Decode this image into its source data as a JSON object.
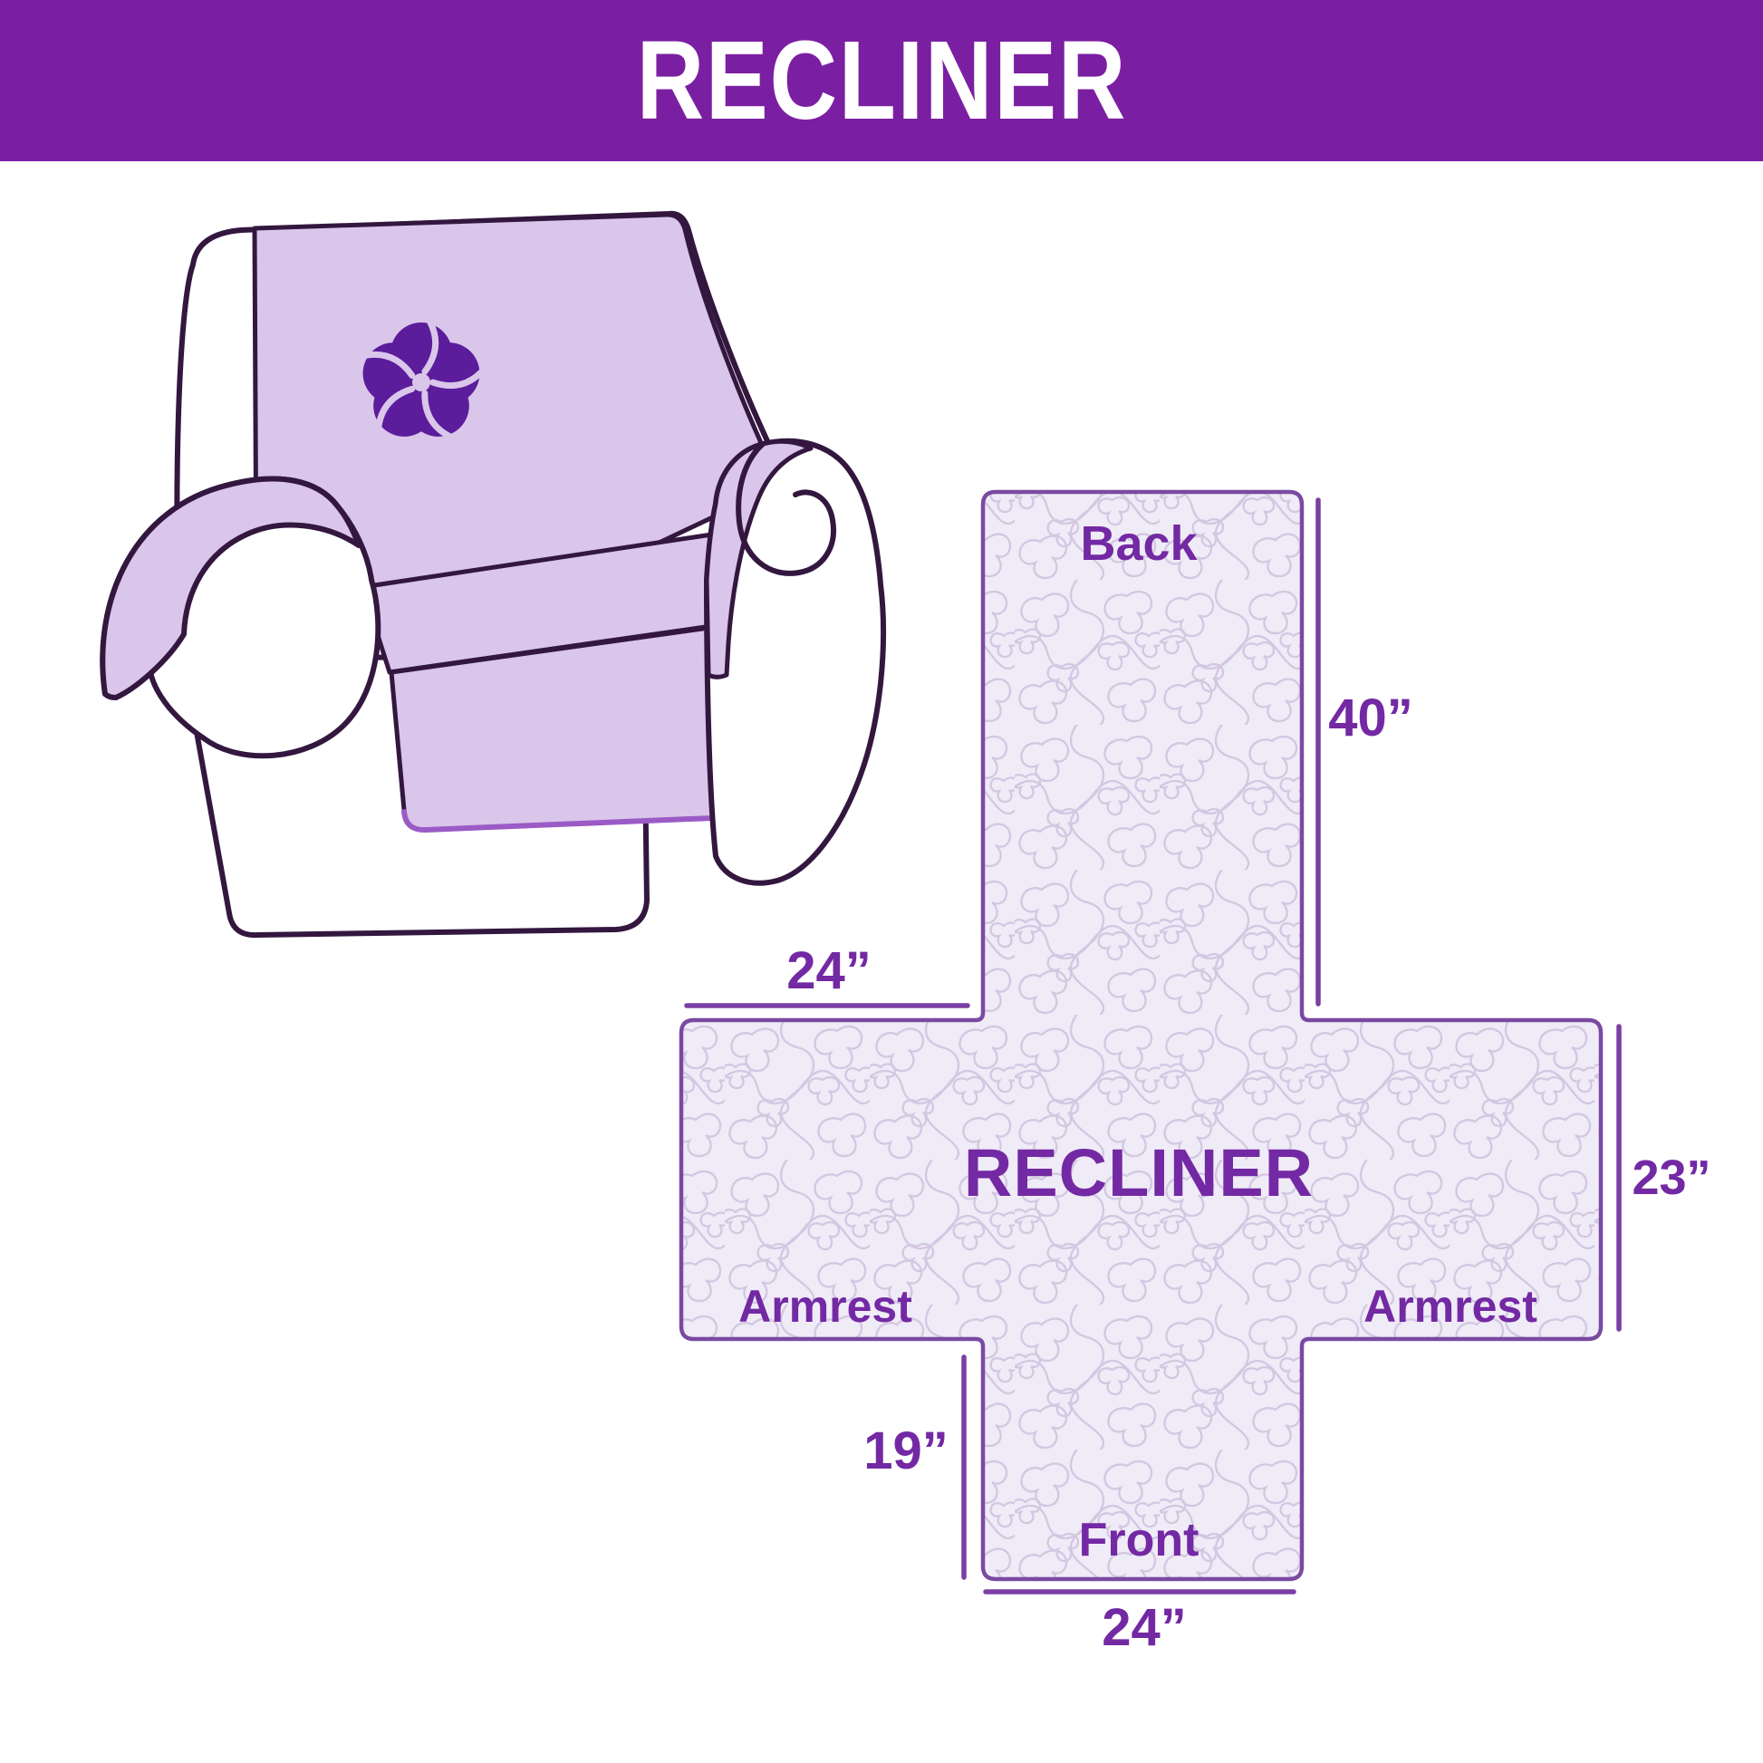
{
  "header": {
    "title": "RECLINER",
    "background": "#7B1FA2",
    "text_color": "#FFFFFF"
  },
  "illustration": {
    "type": "armchair-with-protective-cover",
    "cover_color": "#D9C6EA",
    "outline_color": "#33173F",
    "logo_icon": "pinwheel-flower",
    "logo_color": "#5B1D9B"
  },
  "diagram": {
    "shape": "cross-shaped-cover-layout",
    "center_label": "RECLINER",
    "back_label": "Back",
    "front_label": "Front",
    "armrest_left_label": "Armrest",
    "armrest_right_label": "Armrest",
    "dim_back_height": "40”",
    "dim_top_width": "24”",
    "dim_side_height": "23”",
    "dim_front_drop": "19”",
    "dim_front_width": "24”",
    "fill_color": "#EFEBF7",
    "pattern_color": "#D5CAE4",
    "outline_color": "#7A4AA2",
    "label_color": "#7329A3"
  }
}
